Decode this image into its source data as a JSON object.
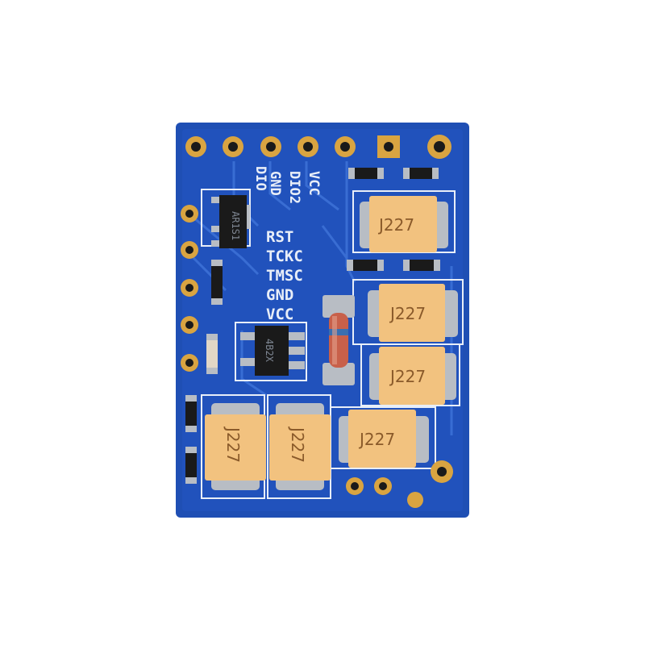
{
  "board": {
    "color": "#1f4fb4",
    "silkscreen_color": "#e8eef8",
    "pad_color": "#d9a441",
    "top_header_labels": [
      "DIO",
      "GND",
      "DIO2",
      "VCC"
    ],
    "side_header_labels": [
      "RST",
      "TCKC",
      "TMSC",
      "GND",
      "VCC"
    ],
    "capacitor_marking": "J227",
    "capacitor_count": 6,
    "regulator_marking_1": "AR1S1",
    "regulator_marking_2": "4B2X"
  }
}
